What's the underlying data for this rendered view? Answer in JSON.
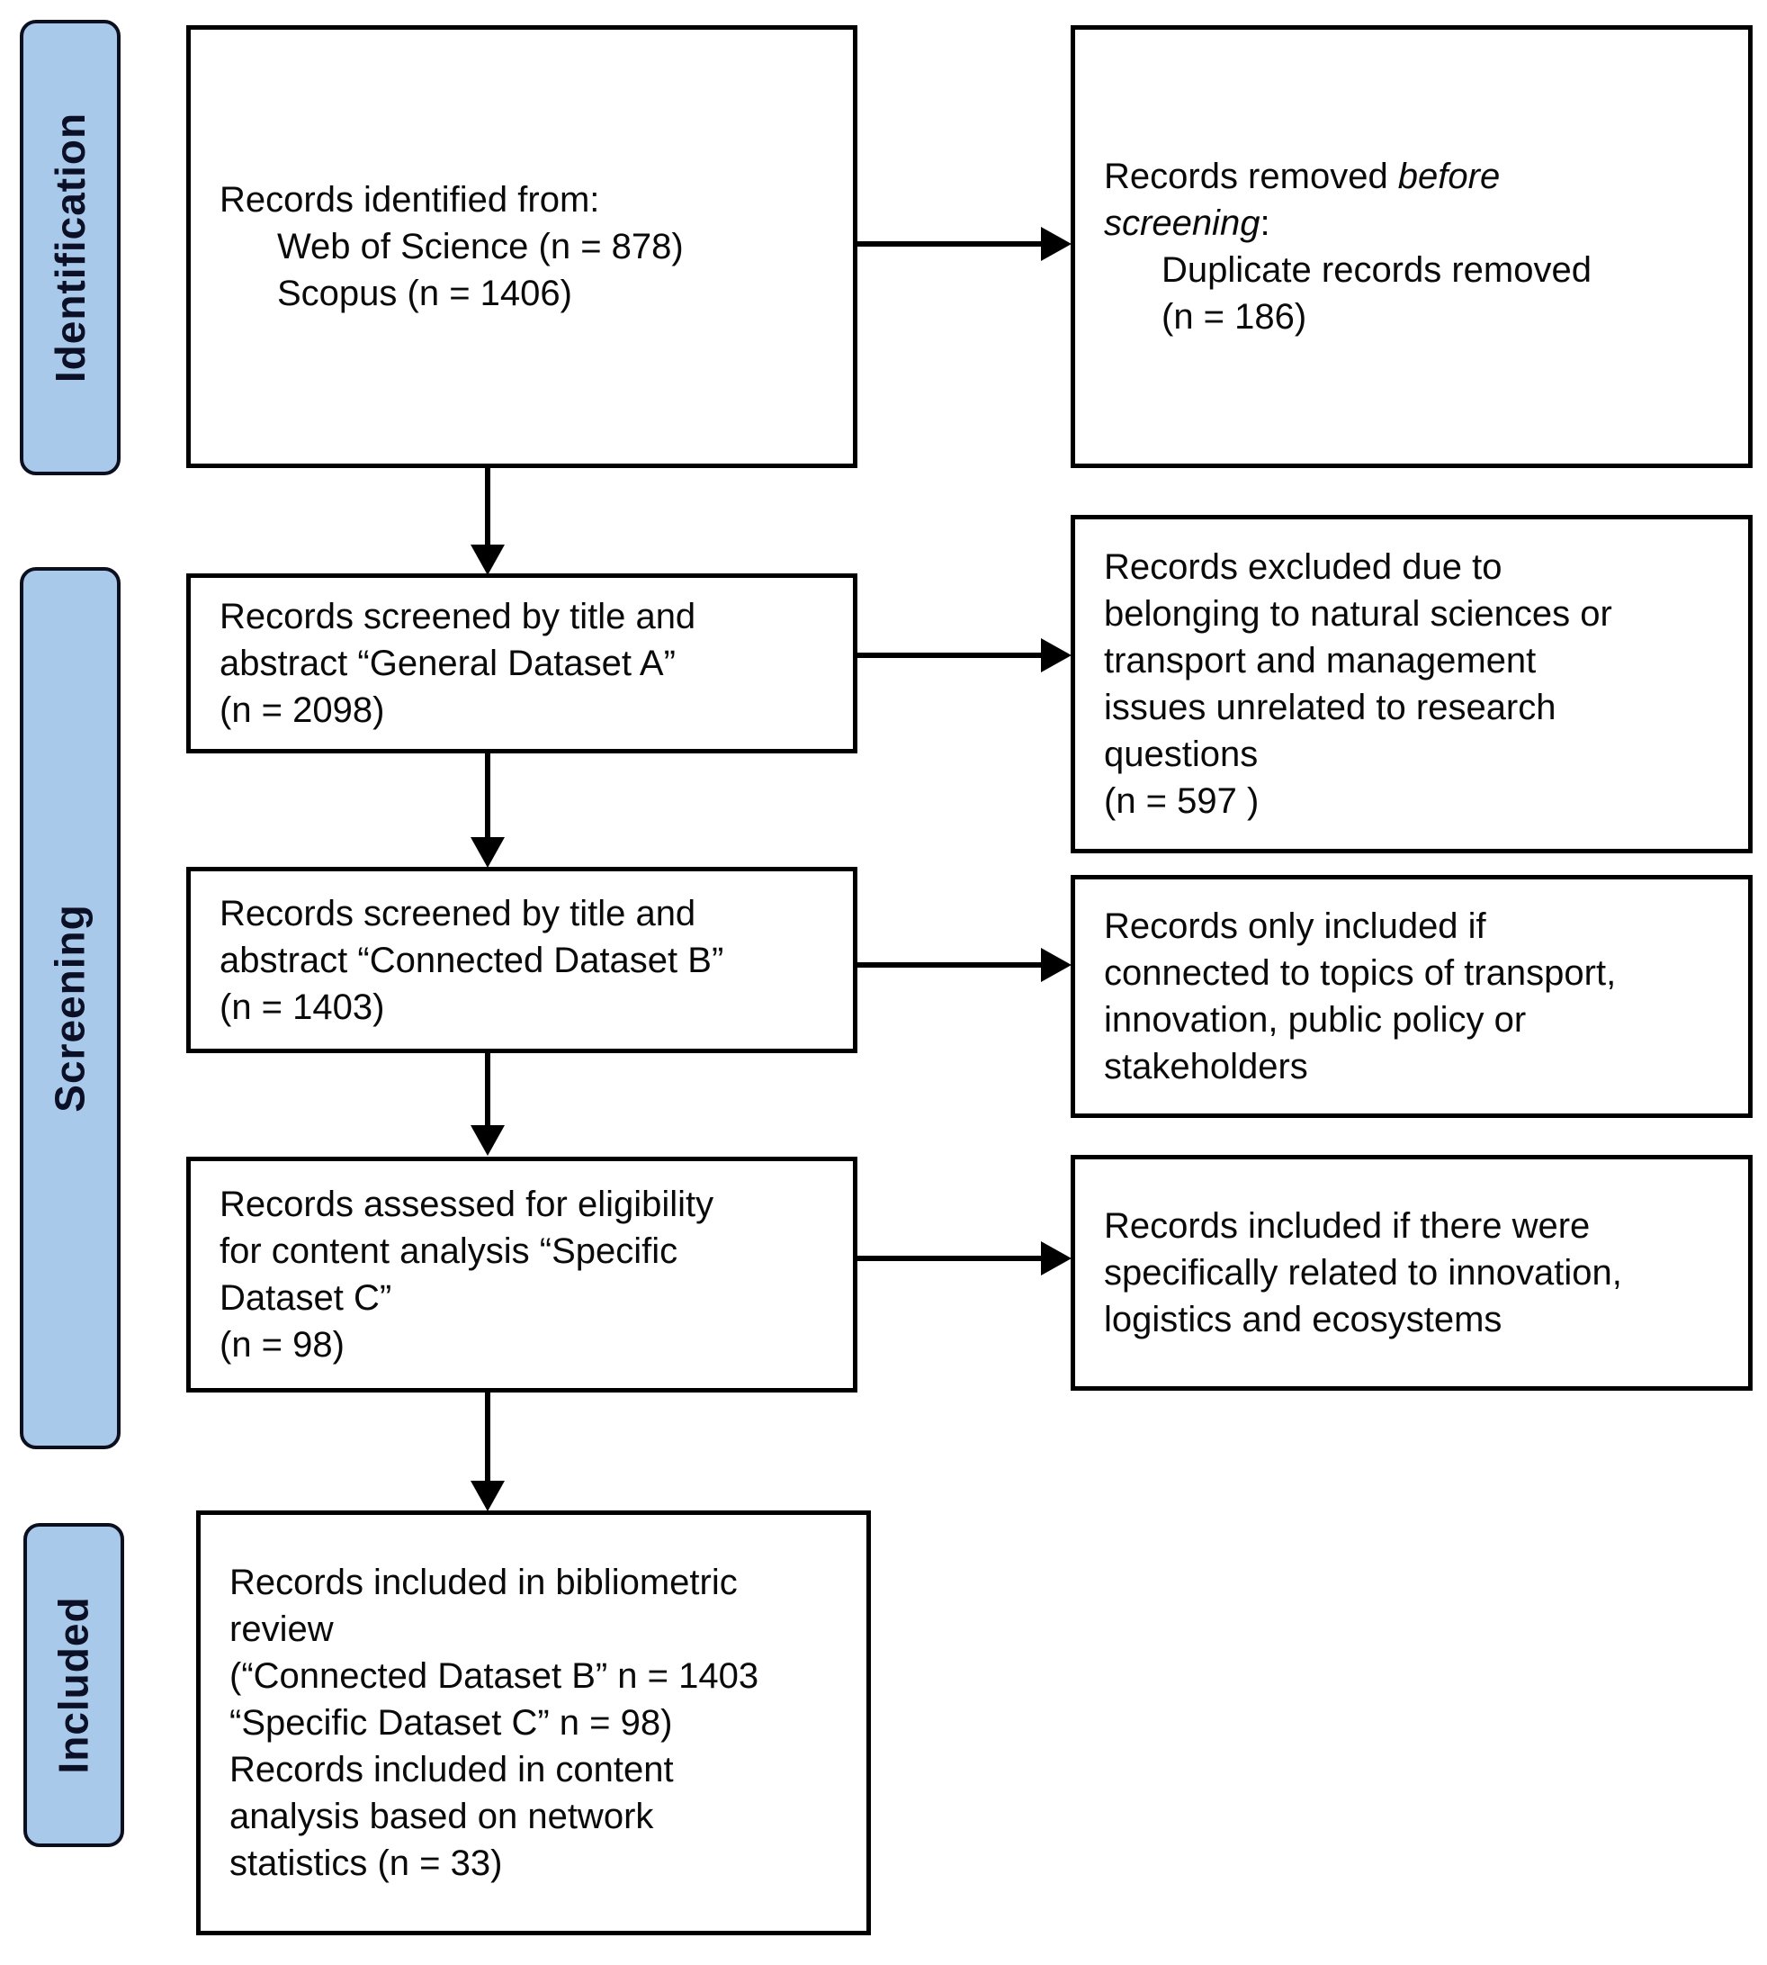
{
  "figure": {
    "type": "PRISMA flow diagram"
  },
  "stages": {
    "identification": "Identification",
    "screening": "Screening",
    "included": "Included"
  },
  "boxes": {
    "identified": {
      "lines": [
        "Records identified from:",
        "Web of Science (n = 878)",
        "Scopus (n = 1406)"
      ]
    },
    "removed": {
      "line1_regular": "Records removed ",
      "line1_italic": "before",
      "line2_italic": "screening",
      "line2_regular": ":",
      "line3": "Duplicate records removed",
      "line4": "(n = 186)"
    },
    "screened_general": {
      "lines": [
        "Records screened by title and",
        "abstract “General Dataset A”",
        "(n = 2098)"
      ]
    },
    "excluded": {
      "lines": [
        "Records excluded due to",
        "belonging to natural sciences or",
        "transport and management",
        "issues unrelated to research",
        "questions",
        "(n = 597 )"
      ]
    },
    "screened_connected": {
      "lines": [
        "Records screened by title and",
        "abstract “Connected Dataset B”",
        "(n = 1403)"
      ]
    },
    "only_included": {
      "lines": [
        "Records only included if",
        "connected to topics of transport,",
        "innovation, public policy or",
        "stakeholders"
      ]
    },
    "assessed": {
      "lines": [
        "Records assessed for eligibility",
        "for content analysis “Specific",
        "Dataset C”",
        "(n = 98)"
      ]
    },
    "included_related": {
      "lines": [
        "Records included if there were",
        "specifically related to innovation,",
        "logistics and ecosystems"
      ]
    },
    "included_review": {
      "lines": [
        "Records included in bibliometric",
        "review",
        "(“Connected Dataset B” n = 1403",
        "“Specific Dataset C” n = 98)",
        "Records included in content",
        "analysis based on network",
        "statistics (n = 33)"
      ]
    }
  },
  "colors": {
    "background": "#ffffff",
    "stage_fill": "#a9c9ea",
    "stage_border": "#0b0f1e",
    "stage_text": "#0c1026",
    "box_fill": "#ffffff",
    "box_border": "#000000",
    "box_text": "#0a0a0a",
    "arrow": "#000000"
  }
}
